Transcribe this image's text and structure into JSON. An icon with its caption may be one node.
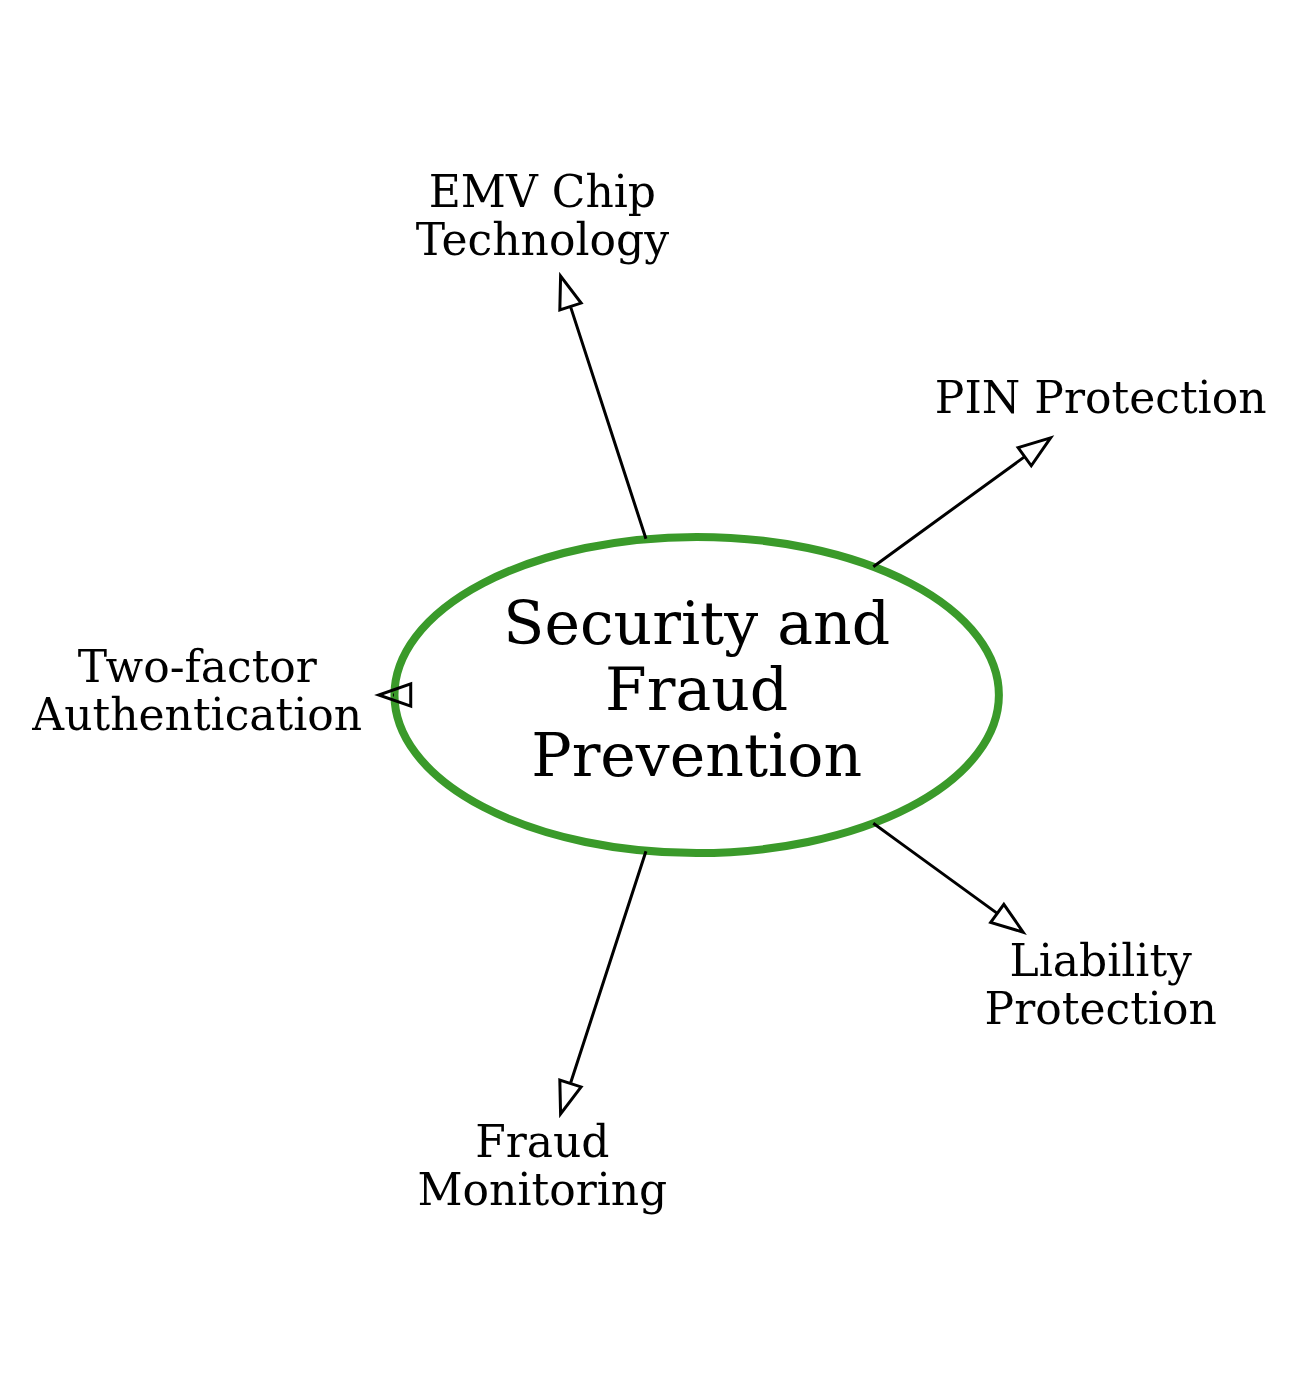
{
  "diagram": {
    "nodes": [
      {
        "text": [
          "Security and Fraud Prevention"
        ]
      },
      {
        "text": [
          "PIN Protection"
        ]
      },
      {
        "text": [
          "EMV Chip Technology"
        ]
      },
      {
        "text": [
          "Two-factor Authentication"
        ]
      },
      {
        "text": [
          "Fraud Monitoring"
        ]
      },
      {
        "text": [
          "Liability Protection"
        ]
      }
    ],
    "edges": [
      {
        "from": 0,
        "to": 1,
        "arrow": "to"
      },
      {
        "from": 0,
        "to": 2,
        "arrow": "to"
      },
      {
        "from": 0,
        "to": 3,
        "arrow": "to"
      },
      {
        "from": 0,
        "to": 4,
        "arrow": "to"
      },
      {
        "from": 0,
        "to": 5,
        "arrow": "to"
      }
    ]
  }
}
